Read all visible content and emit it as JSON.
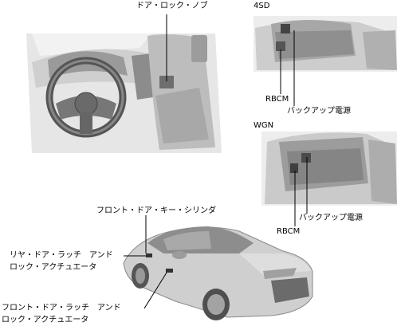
{
  "labels": {
    "door_lock_knob": "ドア・ロック・ノブ",
    "sedan": "4SD",
    "wagon": "WGN",
    "rbcm_sedan": "RBCM",
    "backup_power_sedan": "バックアップ電源",
    "rbcm_wagon": "RBCM",
    "backup_power_wagon": "バックアップ電源",
    "front_door_key_cylinder": "フロント・ドア・キー・シリンダ",
    "rear_latch_line1": "リヤ・ドア・ラッチ　アンド",
    "rear_latch_line2": "ロック・アクチュエータ",
    "front_latch_line1": "フロント・ドア・ラッチ　アンド",
    "front_latch_line2": "ロック・アクチュエータ"
  }
}
